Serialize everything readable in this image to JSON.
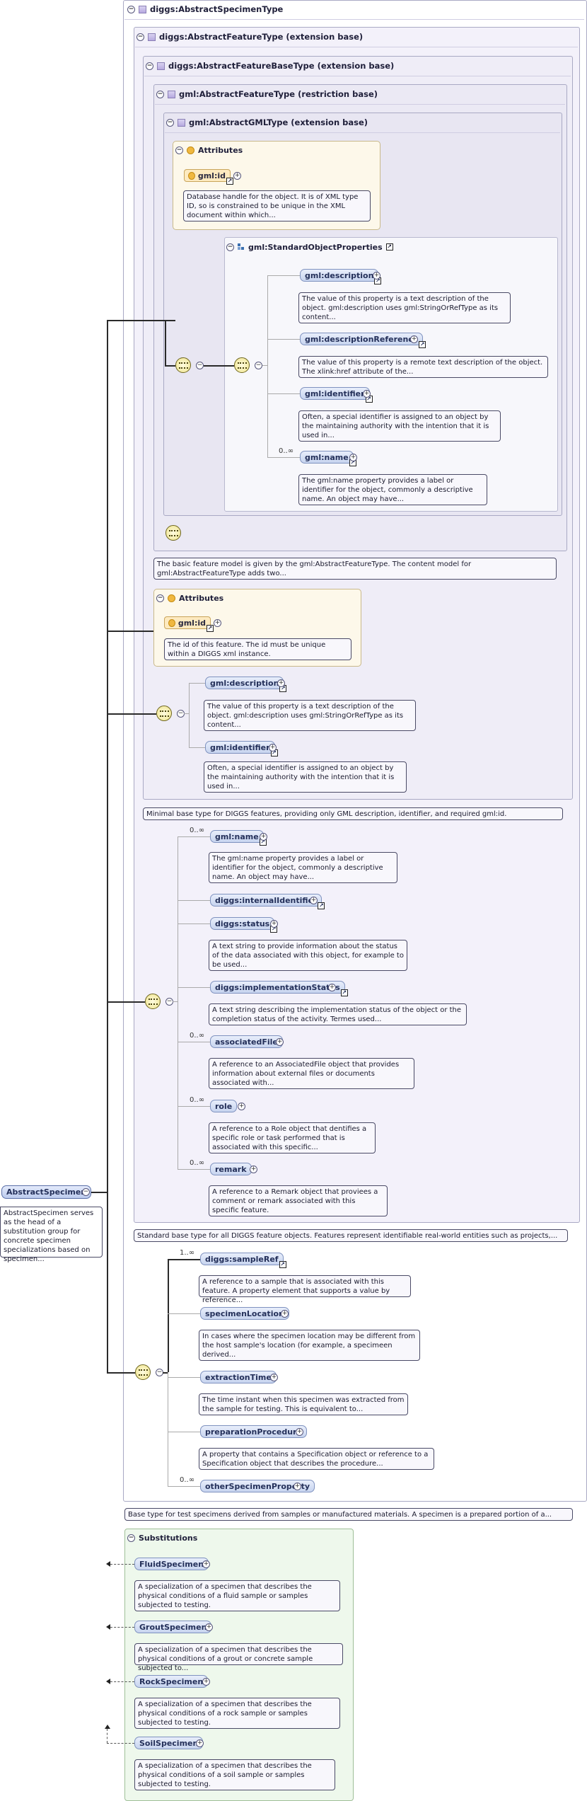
{
  "root": {
    "name": "AbstractSpecimen",
    "doc": "AbstractSpecimen serves as the head of a substitution group for concrete specimen specializations based on specimen..."
  },
  "types": {
    "specimen_type": {
      "title": "diggs:AbstractSpecimenType",
      "doc": "Base type for test specimens derived from samples or manufactured materials. A specimen is a prepared portion of a..."
    },
    "feature_type": {
      "title": "diggs:AbstractFeatureType (extension base)",
      "doc": "Standard base type for all DIGGS feature objects. Features represent identifiable real-world entities such as projects,..."
    },
    "feature_base_type": {
      "title": "diggs:AbstractFeatureBaseType (extension base)",
      "doc": "Minimal base type for DIGGS features, providing only GML description, identifier, and required gml:id."
    },
    "gml_feature_type": {
      "title": "gml:AbstractFeatureType (restriction base)",
      "doc": "The basic feature model is given by the gml:AbstractFeatureType. The content model for gml:AbstractFeatureType adds two..."
    },
    "gml_type": {
      "title": "gml:AbstractGMLType (extension base)"
    }
  },
  "gml_attributes": {
    "title": "Attributes",
    "attr": "gml:id",
    "doc": "Database handle for the object. It is of XML type ID, so is constrained to be unique in the XML document within which..."
  },
  "std_props": {
    "title": "gml:StandardObjectProperties",
    "elements": [
      {
        "name": "gml:description",
        "occ": "",
        "doc": "The value of this property is a text description of the object. gml:description uses gml:StringOrRefType as its content..."
      },
      {
        "name": "gml:descriptionReference",
        "occ": "",
        "doc": "The value of this property is a remote text description of the object. The xlink:href attribute of the..."
      },
      {
        "name": "gml:identifier",
        "occ": "",
        "doc": "Often, a special identifier is assigned to an object by the maintaining authority with the intention that it is used in..."
      },
      {
        "name": "gml:name",
        "occ": "0..∞",
        "doc": "The gml:name property provides a label or identifier for the object, commonly a descriptive name. An object may have..."
      }
    ]
  },
  "base_attributes": {
    "title": "Attributes",
    "attr": "gml:id",
    "doc": "The id of this feature. The id must be unique within a DIGGS xml instance."
  },
  "base_elements": [
    {
      "name": "gml:description",
      "doc": "The value of this property is a text description of the object. gml:description uses gml:StringOrRefType as its content..."
    },
    {
      "name": "gml:identifier",
      "doc": "Often, a special identifier is assigned to an object by the maintaining authority with the intention that it is used in..."
    }
  ],
  "feature_elements": [
    {
      "name": "gml:name",
      "occ": "0..∞",
      "doc": "The gml:name property provides a label or identifier for the object, commonly a descriptive name. An object may have..."
    },
    {
      "name": "diggs:internalIdentifier",
      "occ": "",
      "doc": ""
    },
    {
      "name": "diggs:status",
      "occ": "",
      "doc": "A text string to provide information about the status of the data associated with this object, for example to be used..."
    },
    {
      "name": "diggs:implementationStatus",
      "occ": "",
      "doc": "A text string describing the implementation status of the object or the completion status of the activity. Termes used..."
    },
    {
      "name": "associatedFile",
      "occ": "0..∞",
      "doc": "A reference to an AssociatedFile object that provides information about external files or documents associated with..."
    },
    {
      "name": "role",
      "occ": "0..∞",
      "doc": "A reference to a Role object that dentifies a specific role or task performed that is associated with this specific..."
    },
    {
      "name": "remark",
      "occ": "0..∞",
      "doc": "A reference to a Remark object that proviees a comment or remark associated with this specific feature."
    }
  ],
  "specimen_elements": [
    {
      "name": "diggs:sampleRef",
      "occ": "1..∞",
      "doc": "A reference to a sample that is associated with this feature. A property element that supports a value by reference..."
    },
    {
      "name": "specimenLocation",
      "occ": "",
      "doc": "In cases where the specimen location may be different from the host sample's location (for example, a specimeen derived..."
    },
    {
      "name": "extractionTime",
      "occ": "",
      "doc": "The time instant when this specimen was extracted from the sample for testing. This is equivalent to..."
    },
    {
      "name": "preparationProcedure",
      "occ": "",
      "doc": "A property that contains a Specification object or reference to a Specification object that describes the procedure..."
    },
    {
      "name": "otherSpecimenProperty",
      "occ": "0..∞",
      "doc": ""
    }
  ],
  "substitutions": {
    "title": "Substitutions",
    "items": [
      {
        "name": "FluidSpecimen",
        "doc": "A specialization of a specimen that describes the physical conditions of a fluid sample or samples subjected to testing."
      },
      {
        "name": "GroutSpecimen",
        "doc": "A specialization of a specimen that describes the physical conditions of a grout or concrete sample subjected to..."
      },
      {
        "name": "RockSpecimen",
        "doc": "A specialization of a specimen that describes the physical conditions of a rock sample or samples subjected to testing."
      },
      {
        "name": "SoilSpecimen",
        "doc": "A specialization of a specimen that describes the physical conditions of a soil sample or samples subjected to testing."
      }
    ]
  },
  "icons": {
    "collapse": "minus-circle-icon",
    "expand": "plus-circle-icon",
    "sequence": "sequence-compositor-icon",
    "type": "complex-type-icon",
    "attribute": "attribute-icon",
    "reference": "reference-arrow-icon"
  },
  "colors": {
    "element_fill": "#c7d4ef",
    "attribute_fill": "#fdeac0",
    "substitution_fill": "#eef8ec",
    "sequence_fill": "#efe48a"
  }
}
